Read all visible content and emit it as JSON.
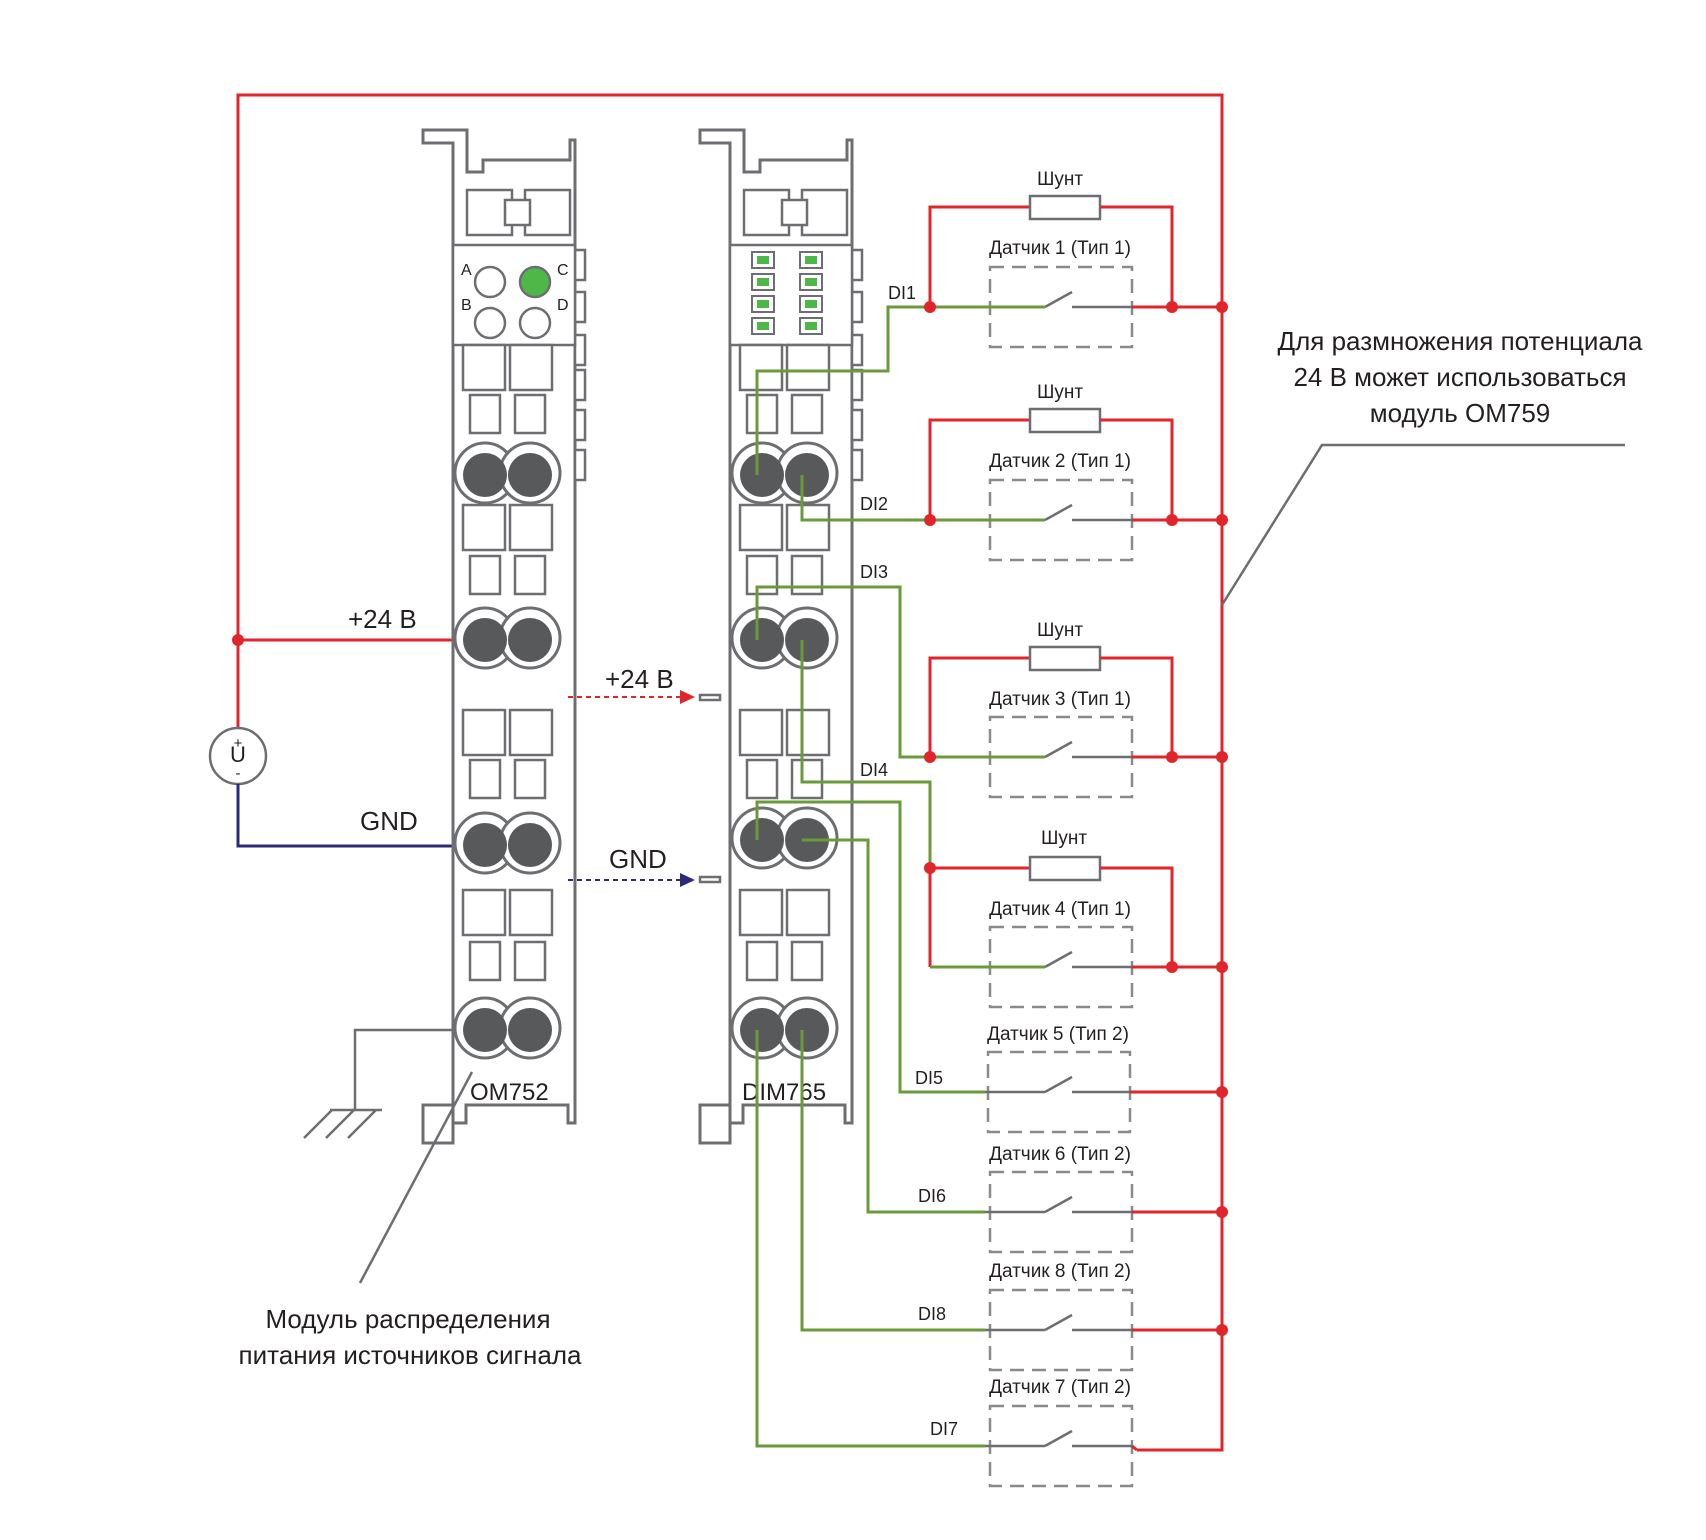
{
  "labels": {
    "note_right_line1": "Для размножения потенциала",
    "note_right_line2": "24 В может использоваться",
    "note_right_line3": "модуль ОМ759",
    "note_bottom_line1": "Модуль распределения",
    "note_bottom_line2": "питания источников сигнала",
    "plus24_left": "+24 В",
    "plus24_mid": "+24 В",
    "gnd_left": "GND",
    "gnd_mid": "GND",
    "module_left": "OM752",
    "module_right": "DIM765",
    "source_symbol": "U",
    "source_plus": "+",
    "source_minus": "-",
    "led_a": "A",
    "led_b": "B",
    "led_c": "C",
    "led_d": "D"
  },
  "shunt_label": "Шунт",
  "sensors": [
    {
      "label": "Датчик 1 (Тип 1)",
      "di": "DI1"
    },
    {
      "label": "Датчик 2 (Тип 1)",
      "di": "DI2"
    },
    {
      "label": "Датчик 3 (Тип 1)",
      "di": "DI3"
    },
    {
      "label": "Датчик 4 (Тип 1)",
      "di": "DI4"
    },
    {
      "label": "Датчик 5 (Тип 2)",
      "di": "DI5"
    },
    {
      "label": "Датчик 6 (Тип 2)",
      "di": "DI6"
    },
    {
      "label": "Датчик 8 (Тип 2)",
      "di": "DI8"
    },
    {
      "label": "Датчик 7 (Тип 2)",
      "di": "DI7"
    }
  ],
  "colors": {
    "power": "#e0262b",
    "signal": "#6a9a3a",
    "gnd": "#2e2a7a",
    "led_on": "#4db848"
  }
}
